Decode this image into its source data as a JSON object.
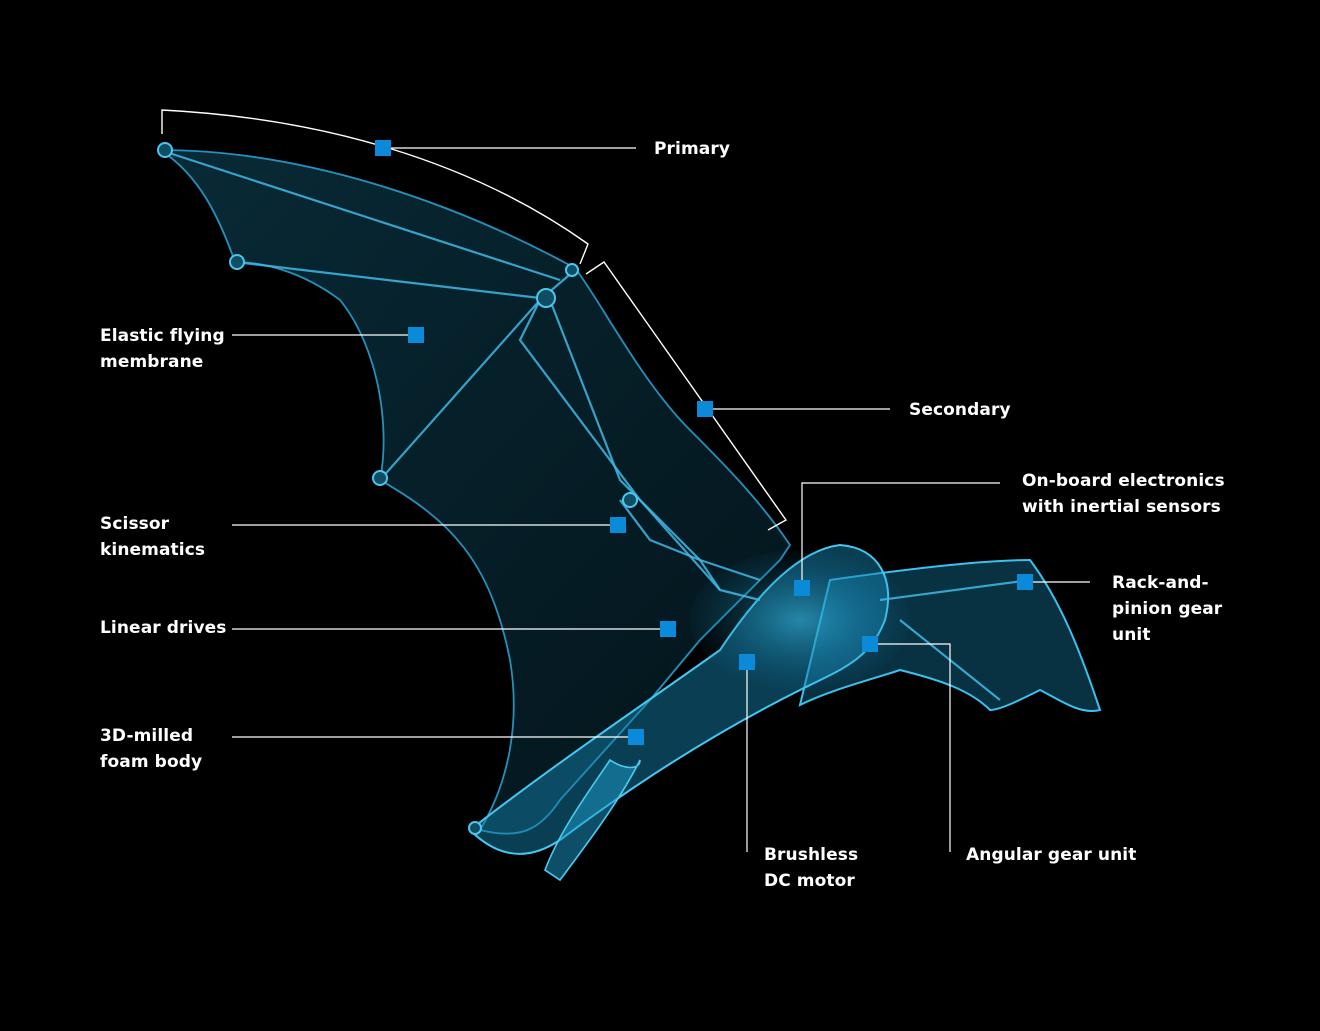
{
  "colors": {
    "background": "#000000",
    "wing_glow": "#1a9ecf",
    "marker": "#0a8ad8",
    "leader_line": "#ffffff"
  },
  "labels": {
    "primary": "Primary",
    "secondary": "Secondary",
    "elastic_membrane": {
      "line1": "Elastic flying",
      "line2": "membrane"
    },
    "scissor_kinematics": {
      "line1": "Scissor",
      "line2": "kinematics"
    },
    "linear_drives": "Linear drives",
    "foam_body": {
      "line1": "3D-milled",
      "line2": "foam body"
    },
    "onboard_electronics": {
      "line1": "On-board electronics",
      "line2": "with inertial sensors"
    },
    "rack_pinion": {
      "line1": "Rack-and-",
      "line2": "pinion gear",
      "line3": "unit"
    },
    "angular_gear": "Angular gear unit",
    "brushless_motor": {
      "line1": "Brushless",
      "line2": "DC motor"
    }
  }
}
